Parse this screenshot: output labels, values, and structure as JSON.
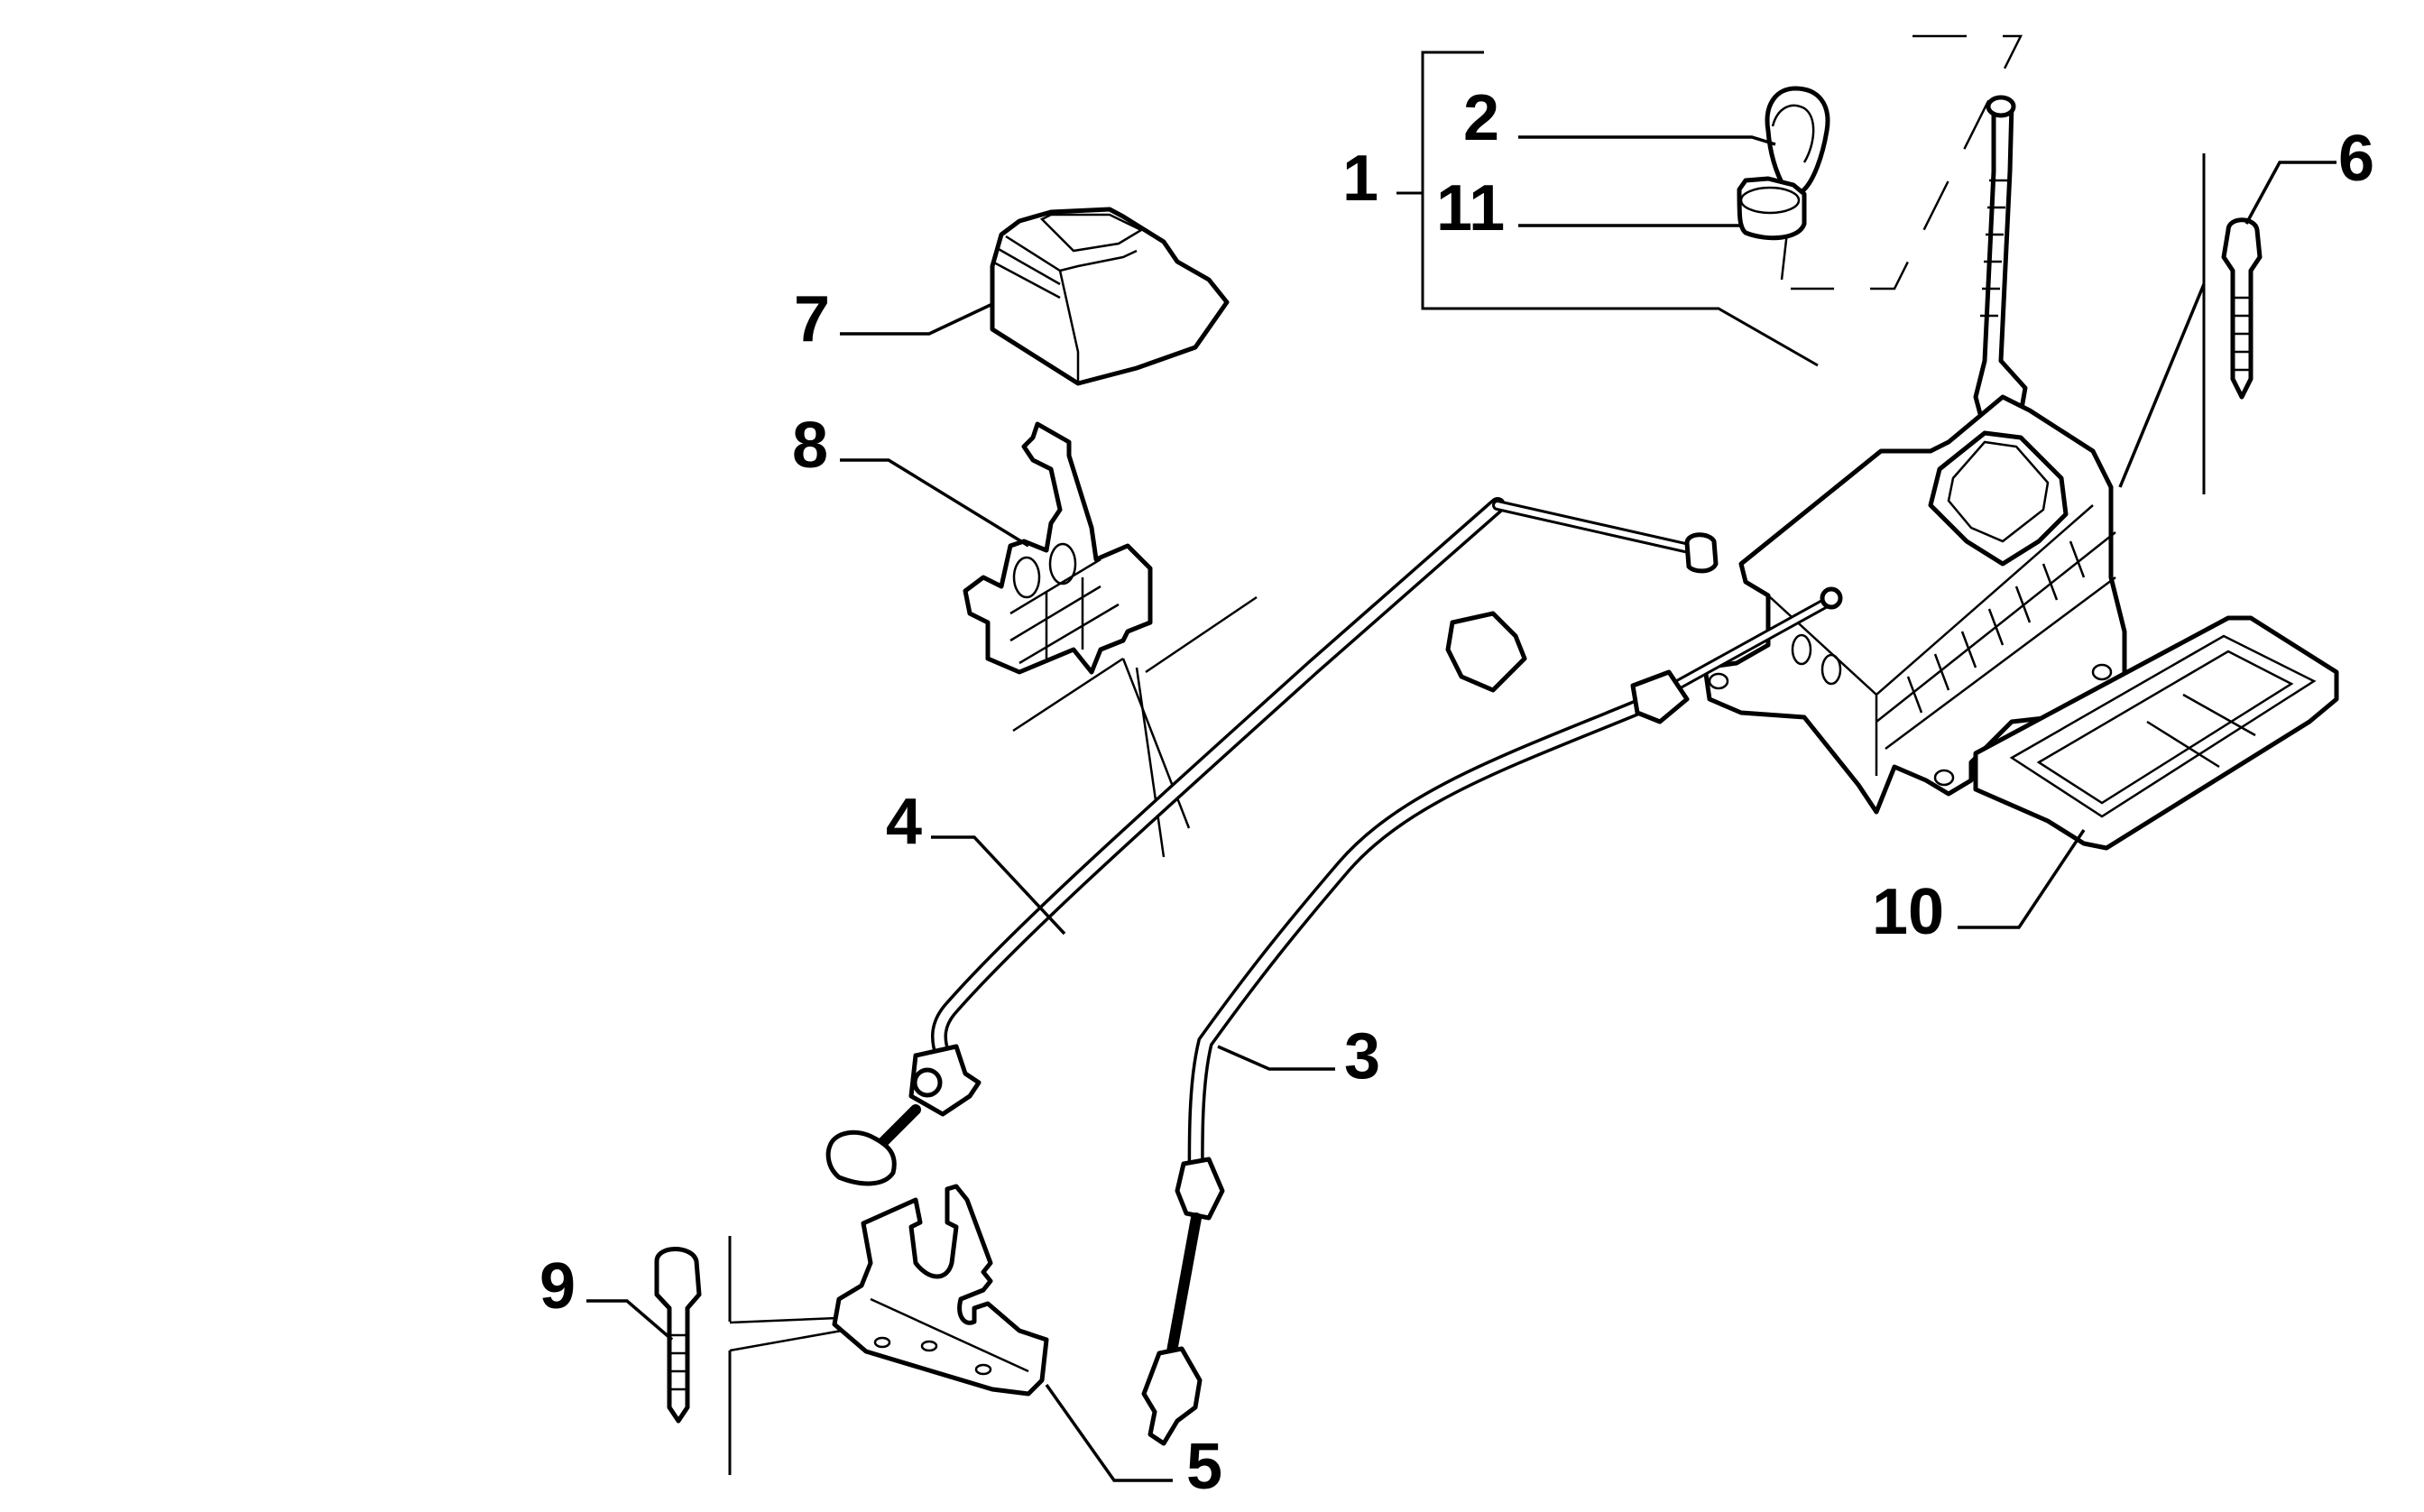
{
  "diagram": {
    "title": "Gear shift control assembly - exploded parts view",
    "callouts": [
      {
        "id": "1",
        "label": "1",
        "part": "gearshift-lever-assembly"
      },
      {
        "id": "2",
        "label": "2",
        "part": "gear-knob"
      },
      {
        "id": "11",
        "label": "11",
        "part": "knob-ring"
      },
      {
        "id": "6",
        "label": "6",
        "part": "mounting-bolt-upper"
      },
      {
        "id": "7",
        "label": "7",
        "part": "cover-cap"
      },
      {
        "id": "8",
        "label": "8",
        "part": "cable-bracket-clip"
      },
      {
        "id": "4",
        "label": "4",
        "part": "selector-cable"
      },
      {
        "id": "3",
        "label": "3",
        "part": "shift-cable"
      },
      {
        "id": "10",
        "label": "10",
        "part": "console-trim-plate"
      },
      {
        "id": "9",
        "label": "9",
        "part": "mounting-bolt-lower"
      },
      {
        "id": "5",
        "label": "5",
        "part": "cable-support-bracket"
      }
    ],
    "colors": {
      "ink": "#000000",
      "background": "#ffffff"
    }
  }
}
